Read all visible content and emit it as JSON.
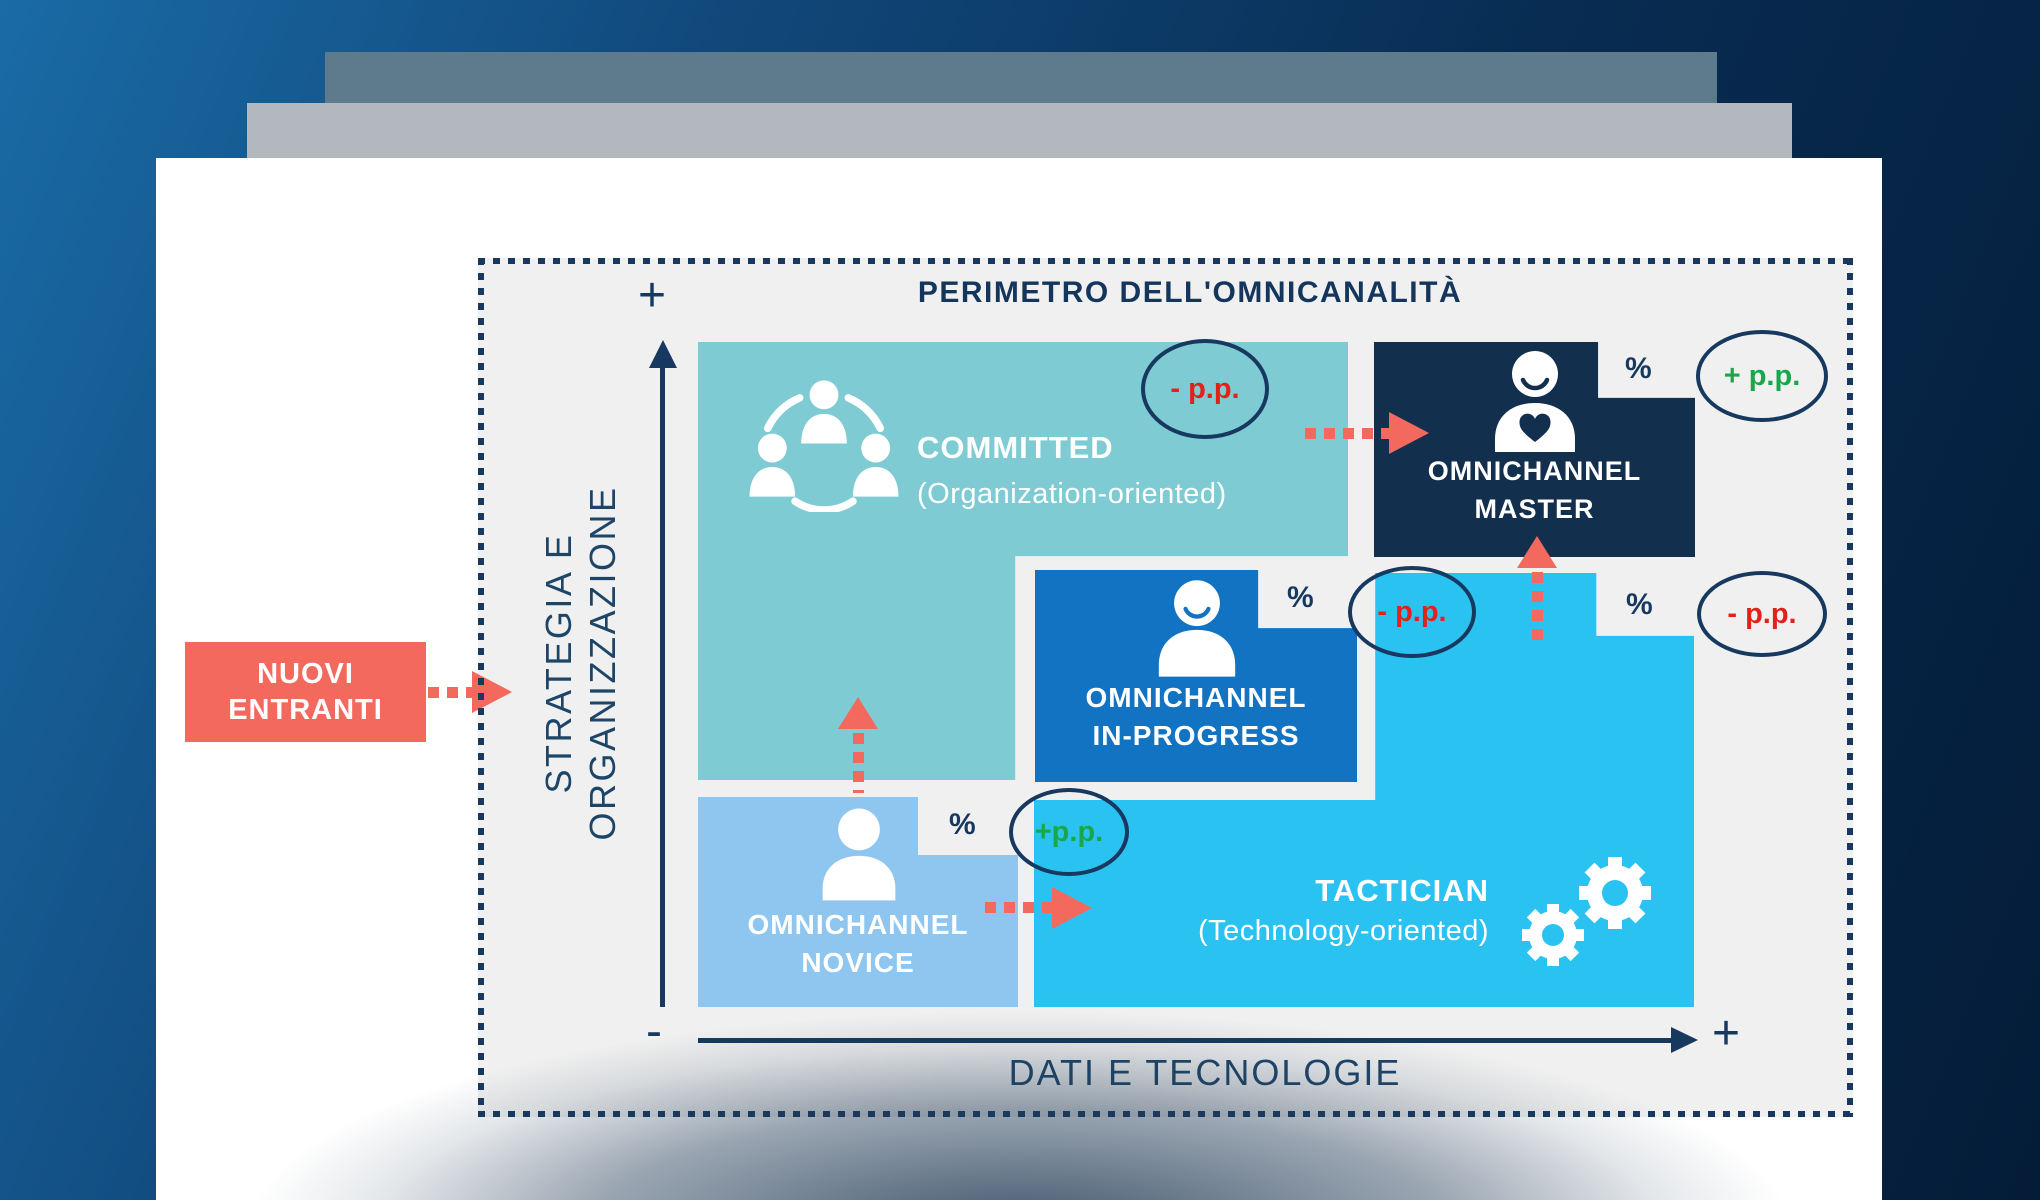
{
  "deck": {
    "title": "PERIMETRO DELL'OMNICANALITÀ"
  },
  "axes": {
    "y": {
      "label_line1": "STRATEGIA E",
      "label_line2": "ORGANIZZAZIONE",
      "max": "+"
    },
    "x": {
      "label": "DATI E TECNOLOGIE",
      "min": "-",
      "max": "+"
    }
  },
  "external": {
    "new_entrants_line1": "NUOVI",
    "new_entrants_line2": "ENTRANTI"
  },
  "segments": {
    "committed": {
      "name": "COMMITTED",
      "orientation": "(Organization-oriented)",
      "icon": "team-network-icon",
      "color": "#7ECBD4",
      "badge": {
        "value": "- p.p."
      }
    },
    "omnichannel_master": {
      "name_line1": "OMNICHANNEL",
      "name_line2": "MASTER",
      "icon": "person-heart-icon",
      "color": "#132F4E",
      "badge": {
        "percent": "%",
        "value": "+ p.p."
      }
    },
    "omnichannel_in_progress": {
      "name_line1": "OMNICHANNEL",
      "name_line2": "IN-PROGRESS",
      "icon": "person-smile-icon",
      "color": "#1173C2",
      "badge": {
        "percent": "%",
        "value": "- p.p."
      }
    },
    "omnichannel_novice": {
      "name_line1": "OMNICHANNEL",
      "name_line2": "NOVICE",
      "icon": "person-icon",
      "color": "#8FC6F0",
      "badge": {
        "percent": "%",
        "value": "+p.p."
      }
    },
    "tactician": {
      "name": "TACTICIAN",
      "orientation": "(Technology-oriented)",
      "icon": "gears-icon",
      "color": "#2AC2F1",
      "badge": {
        "percent": "%",
        "value": "- p.p."
      }
    }
  },
  "annotation_colors": {
    "positive": "#1AA64B",
    "negative": "#E3211A",
    "ellipse_stroke": "#17395F",
    "arrow": "#F4695E"
  }
}
